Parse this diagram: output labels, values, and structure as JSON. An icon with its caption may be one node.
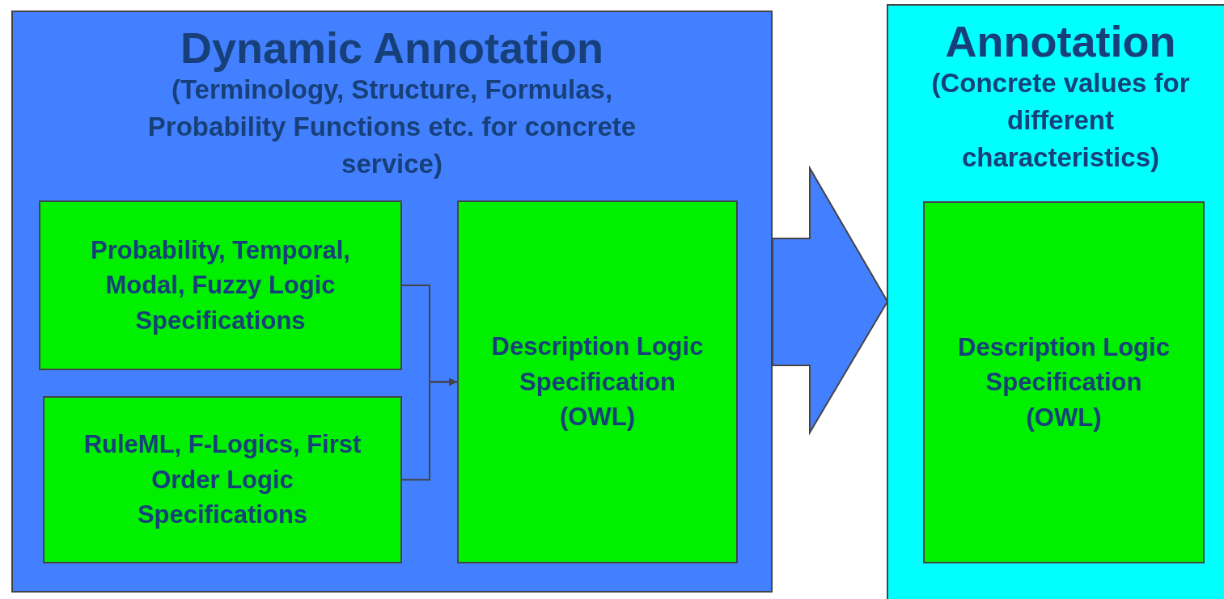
{
  "diagram": {
    "nodes": [
      {
        "text": [
          "Dynamic Annotation",
          "(Terminology, Structure, Formulas, Probability Functions etc. for concrete service)"
        ]
      },
      {
        "text": [
          "Probability, Temporal, Modal, Fuzzy Logic Specifications"
        ],
        "in": 0
      },
      {
        "text": [
          "RuleML, F-Logics, First Order Logic Specifications"
        ],
        "in": 0
      },
      {
        "text": [
          "Description Logic Specification (OWL)"
        ],
        "in": 0
      },
      {
        "text": [
          "Annotation",
          "(Concrete values for different characteristics)"
        ]
      },
      {
        "text": [
          "Description Logic Specification (OWL)"
        ],
        "in": 4
      }
    ],
    "edges": [
      {
        "from": 1,
        "to": 3,
        "arrow": "to"
      },
      {
        "from": 2,
        "to": 3,
        "arrow": "to"
      },
      {
        "from": 0,
        "to": 4,
        "arrow": "to",
        "style": "thick",
        "color": "#4380ff"
      }
    ]
  }
}
